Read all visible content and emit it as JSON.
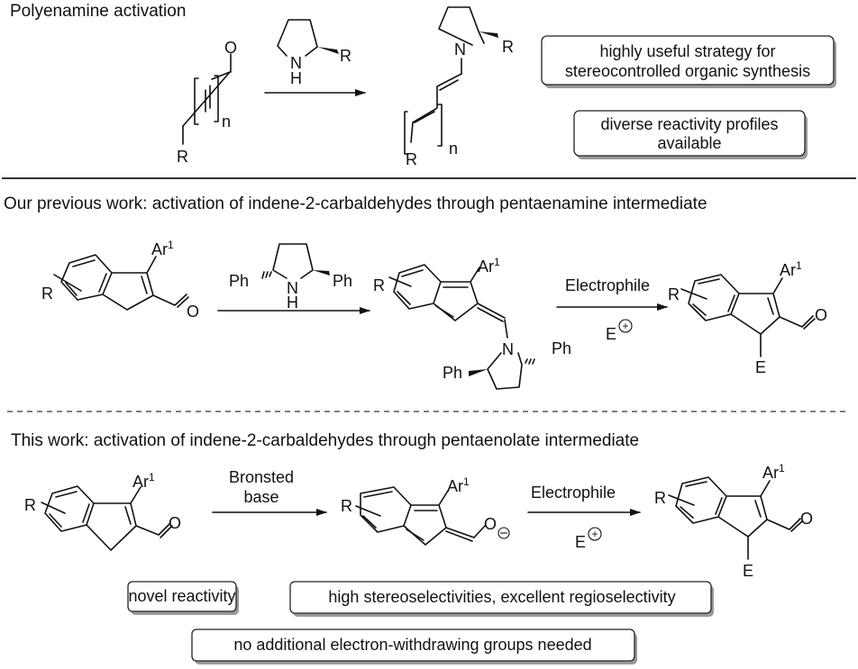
{
  "sections": {
    "polyenamine": {
      "title": "Polyenamine activation",
      "substrate": {
        "carbonyl": "O",
        "substituent": "R",
        "repeat": "n"
      },
      "catalyst": {
        "nitrogen": "N",
        "hydrogen": "H",
        "substituent": "R"
      },
      "product": {
        "nitrogen": "N",
        "substituent": "R",
        "chain_substituent": "R",
        "repeat": "n"
      },
      "notes": [
        {
          "line1": "highly useful strategy for",
          "line2": "stereocontrolled organic synthesis"
        },
        {
          "line1": "diverse reactivity profiles",
          "line2": "available"
        }
      ]
    },
    "previous": {
      "title": "Our previous work: activation of indene-2-carbaldehydes through pentaenamine intermediate",
      "substrate": {
        "r": "R",
        "ar": "Ar",
        "ar_sup": "1",
        "carbonyl": "O"
      },
      "catalyst": {
        "left": "Ph",
        "right": "Ph",
        "nitrogen": "N",
        "hydrogen": "H"
      },
      "intermediate": {
        "r": "R",
        "ar": "Ar",
        "ar_sup": "1",
        "nitrogen": "N",
        "ph_left": "Ph",
        "ph_right": "Ph"
      },
      "reagent": {
        "label": "Electrophile",
        "species": "E",
        "charge": "+"
      },
      "product": {
        "r": "R",
        "ar": "Ar",
        "ar_sup": "1",
        "carbonyl": "O",
        "e": "E"
      }
    },
    "this_work": {
      "title": "This work: activation of indene-2-carbaldehydes through pentaenolate intermediate",
      "substrate": {
        "r": "R",
        "ar": "Ar",
        "ar_sup": "1",
        "carbonyl": "O"
      },
      "base": {
        "line1": "Bronsted",
        "line2": "base"
      },
      "intermediate": {
        "r": "R",
        "ar": "Ar",
        "ar_sup": "1",
        "oxygen": "O",
        "charge": "−"
      },
      "reagent": {
        "label": "Electrophile",
        "species": "E",
        "charge": "+"
      },
      "product": {
        "r": "R",
        "ar": "Ar",
        "ar_sup": "1",
        "carbonyl": "O",
        "e": "E"
      },
      "highlights": [
        "novel reactivity",
        "high stereoselectivities, excellent regioselectivity",
        "no additional electron-withdrawing groups needed"
      ]
    }
  }
}
